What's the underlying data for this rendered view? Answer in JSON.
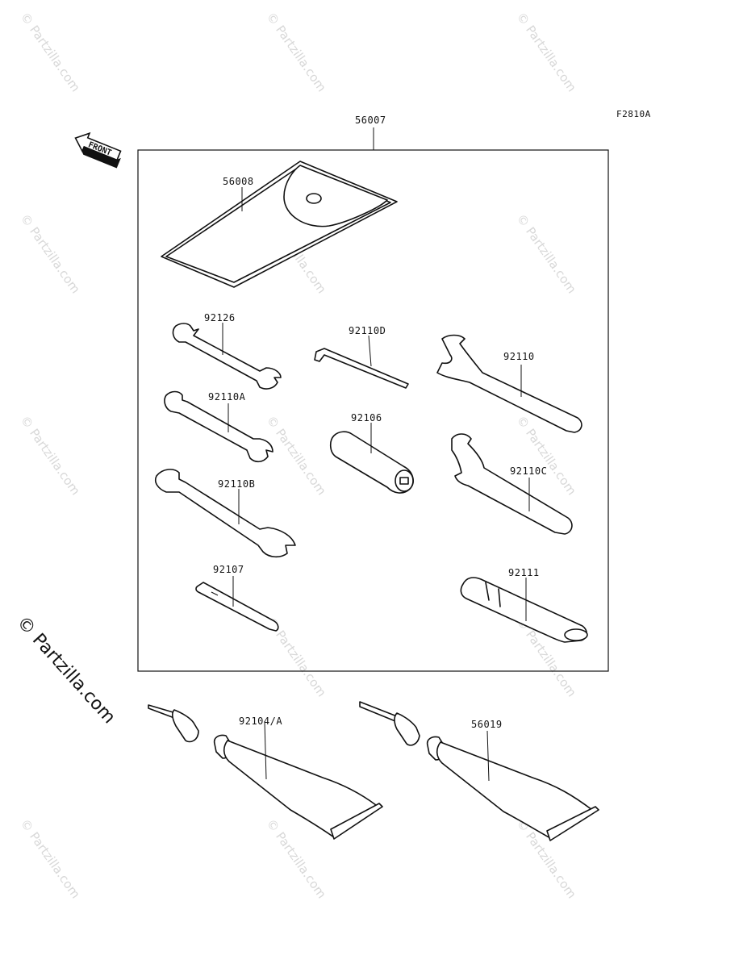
{
  "diagram_code": "F2810A",
  "front_label": "FRONT",
  "watermark_text": "© Partzilla.com",
  "parts": {
    "tool_kit": "56007",
    "tool_bag": "56008",
    "wrench_a": "92126",
    "hex_key": "92110D",
    "hook_wrench": "92110",
    "wrench_b": "92110A",
    "plug_socket": "92106",
    "wrench_c": "92110B",
    "spanner": "92110C",
    "screwdriver_bit": "92107",
    "handle": "92111",
    "grease_tube_1": "92104/A",
    "grease_tube_2": "56019"
  }
}
